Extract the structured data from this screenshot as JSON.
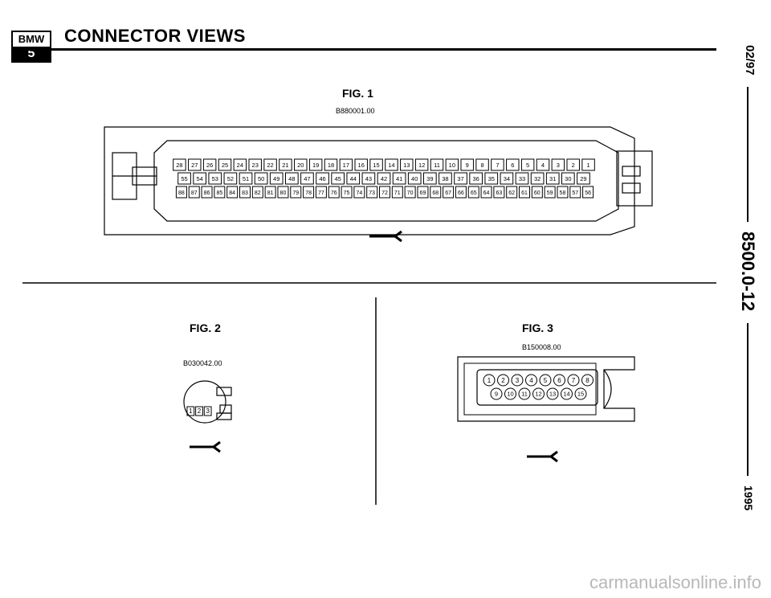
{
  "header": {
    "logo_top": "BMW",
    "logo_bottom": "5",
    "title": "CONNECTOR VIEWS"
  },
  "side_text": {
    "date": "02/97",
    "page": "8500.0-12",
    "year": "1995"
  },
  "fig1": {
    "label": "FIG. 1",
    "code": "B880001.00",
    "row1": [
      "28",
      "27",
      "26",
      "25",
      "24",
      "23",
      "22",
      "21",
      "20",
      "19",
      "18",
      "17",
      "16",
      "15",
      "14",
      "13",
      "12",
      "11",
      "10",
      "9",
      "8",
      "7",
      "6",
      "5",
      "4",
      "3",
      "2",
      "1"
    ],
    "row2": [
      "55",
      "54",
      "53",
      "52",
      "51",
      "50",
      "49",
      "48",
      "47",
      "46",
      "45",
      "44",
      "43",
      "42",
      "41",
      "40",
      "39",
      "38",
      "37",
      "36",
      "35",
      "34",
      "33",
      "32",
      "31",
      "30",
      "29"
    ],
    "row3": [
      "88",
      "87",
      "86",
      "85",
      "84",
      "83",
      "82",
      "81",
      "80",
      "79",
      "78",
      "77",
      "76",
      "75",
      "74",
      "73",
      "72",
      "71",
      "70",
      "69",
      "68",
      "67",
      "66",
      "65",
      "64",
      "63",
      "62",
      "61",
      "60",
      "59",
      "58",
      "57",
      "56"
    ]
  },
  "fig2": {
    "label": "FIG. 2",
    "code": "B030042.00",
    "pins": [
      "1",
      "2",
      "3"
    ]
  },
  "fig3": {
    "label": "FIG. 3",
    "code": "B150008.00",
    "row1": [
      "1",
      "2",
      "3",
      "4",
      "5",
      "6",
      "7",
      "8"
    ],
    "row2": [
      "9",
      "10",
      "11",
      "12",
      "13",
      "14",
      "15"
    ]
  },
  "footer": {
    "watermark": "carmanualsonline.info"
  }
}
